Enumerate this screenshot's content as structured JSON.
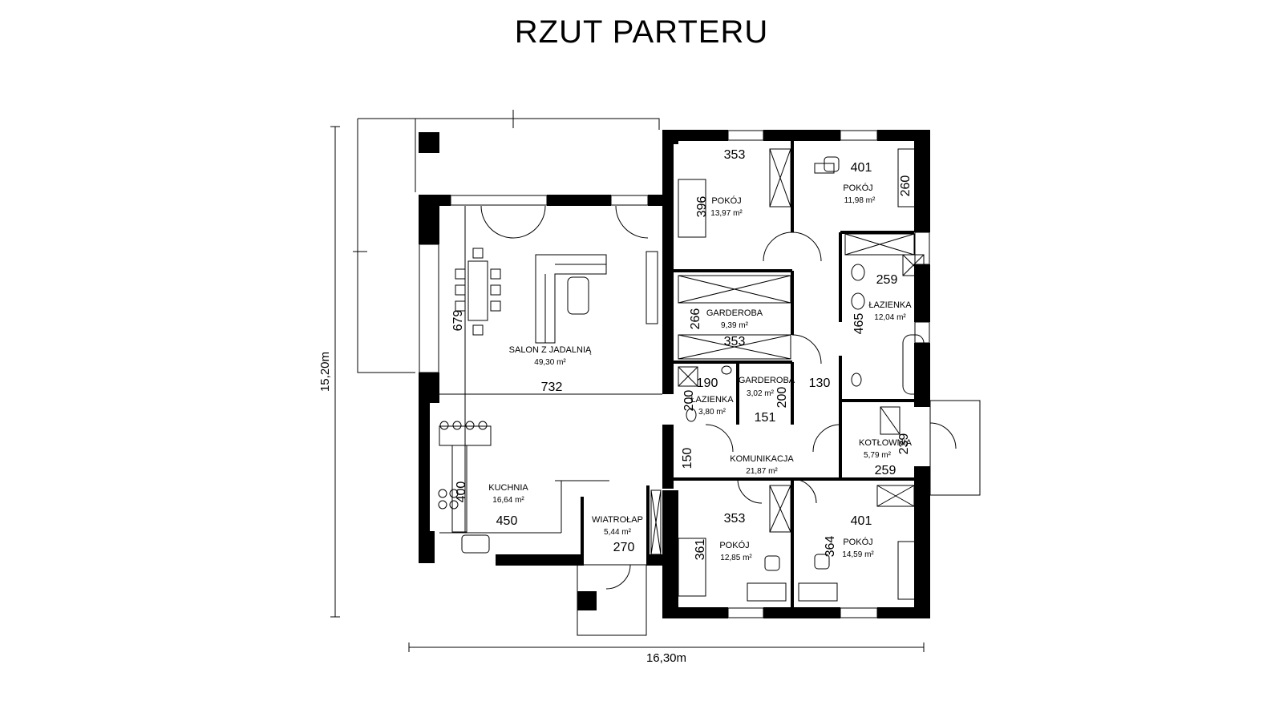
{
  "title": "RZUT PARTERU",
  "overall": {
    "width": "16,30m",
    "height": "15,20m"
  },
  "rooms": [
    {
      "id": "salon",
      "name": "SALON Z JADALNIĄ",
      "area": "49,30 m²"
    },
    {
      "id": "kuchnia",
      "name": "KUCHNIA",
      "area": "16,64 m²"
    },
    {
      "id": "wiatrolap",
      "name": "WIATROŁAP",
      "area": "5,44 m²"
    },
    {
      "id": "pokoj1",
      "name": "POKÓJ",
      "area": "13,97 m²"
    },
    {
      "id": "pokoj2",
      "name": "POKÓJ",
      "area": "11,98 m²"
    },
    {
      "id": "garderoba1",
      "name": "GARDEROBA",
      "area": "9,39 m²"
    },
    {
      "id": "lazienka1",
      "name": "ŁAZIENKA",
      "area": "12,04 m²"
    },
    {
      "id": "lazienka2",
      "name": "ŁAZIENKA",
      "area": "3,80 m²"
    },
    {
      "id": "garderoba2",
      "name": "GARDEROBA",
      "area": "3,02 m²"
    },
    {
      "id": "komunikacja",
      "name": "KOMUNIKACJA",
      "area": "21,87 m²"
    },
    {
      "id": "kotlownia",
      "name": "KOTŁOWNIA",
      "area": "5,79 m²"
    },
    {
      "id": "pokoj3",
      "name": "POKÓJ",
      "area": "12,85 m²"
    },
    {
      "id": "pokoj4",
      "name": "POKÓJ",
      "area": "14,59 m²"
    }
  ],
  "dims": {
    "salon_w": "732",
    "salon_h": "679",
    "kuchnia_w": "450",
    "kuchnia_h": "400",
    "wiatrolap_w": "270",
    "pokoj1_w": "353",
    "pokoj1_h": "396",
    "pokoj2_w": "401",
    "pokoj2_h": "260",
    "garderoba1_w": "353",
    "garderoba1_h": "266",
    "lazienka1_w": "259",
    "lazienka1_h": "465",
    "lazienka2_w": "190",
    "lazienka2_h": "200",
    "garderoba2_w": "151",
    "garderoba2_h": "200",
    "komunikacja_w": "130",
    "komunikacja_h": "150",
    "kotlownia_w": "259",
    "kotlownia_h": "239",
    "pokoj3_w": "353",
    "pokoj3_h": "361",
    "pokoj4_w": "401",
    "pokoj4_h": "364"
  },
  "colors": {
    "wall": "#000000",
    "line": "#000000",
    "background": "#ffffff"
  }
}
